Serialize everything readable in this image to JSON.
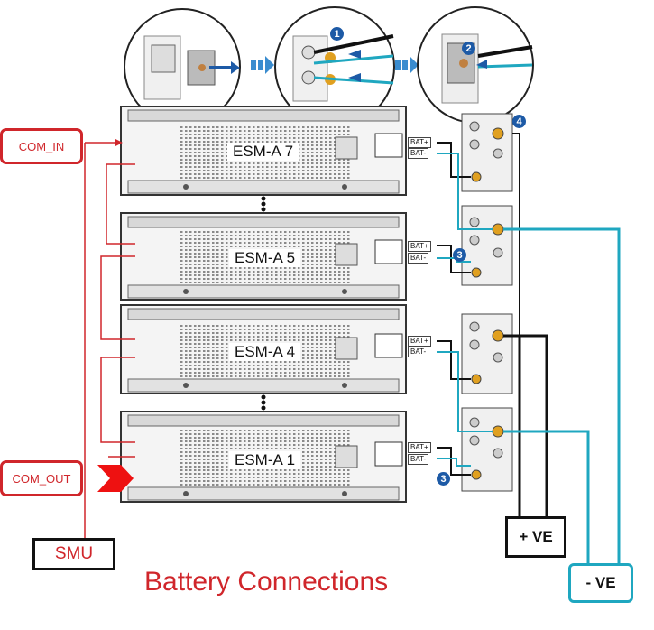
{
  "labels": {
    "com_in": "COM_IN",
    "com_out": "COM_OUT",
    "smu": "SMU",
    "plus_ve": "+ VE",
    "minus_ve": "- VE",
    "caption": "Battery Connections"
  },
  "modules": [
    {
      "name": "ESM-A 7",
      "bat_plus": "BAT+",
      "bat_minus": "BAT-"
    },
    {
      "name": "ESM-A 5",
      "bat_plus": "BAT+",
      "bat_minus": "BAT-"
    },
    {
      "name": "ESM-A 4",
      "bat_plus": "BAT+",
      "bat_minus": "BAT-"
    },
    {
      "name": "ESM-A 1",
      "bat_plus": "BAT+",
      "bat_minus": "BAT-"
    }
  ],
  "step_markers": {
    "top_detail_1": "1",
    "top_detail_2": "2",
    "busbar_top": "4",
    "module_5": "3",
    "module_1": "3"
  },
  "colors": {
    "signal_red": "#d0262b",
    "cable_cyan": "#1fa7c0",
    "cable_black": "#111111",
    "marker_blue": "#1d5aa6"
  }
}
